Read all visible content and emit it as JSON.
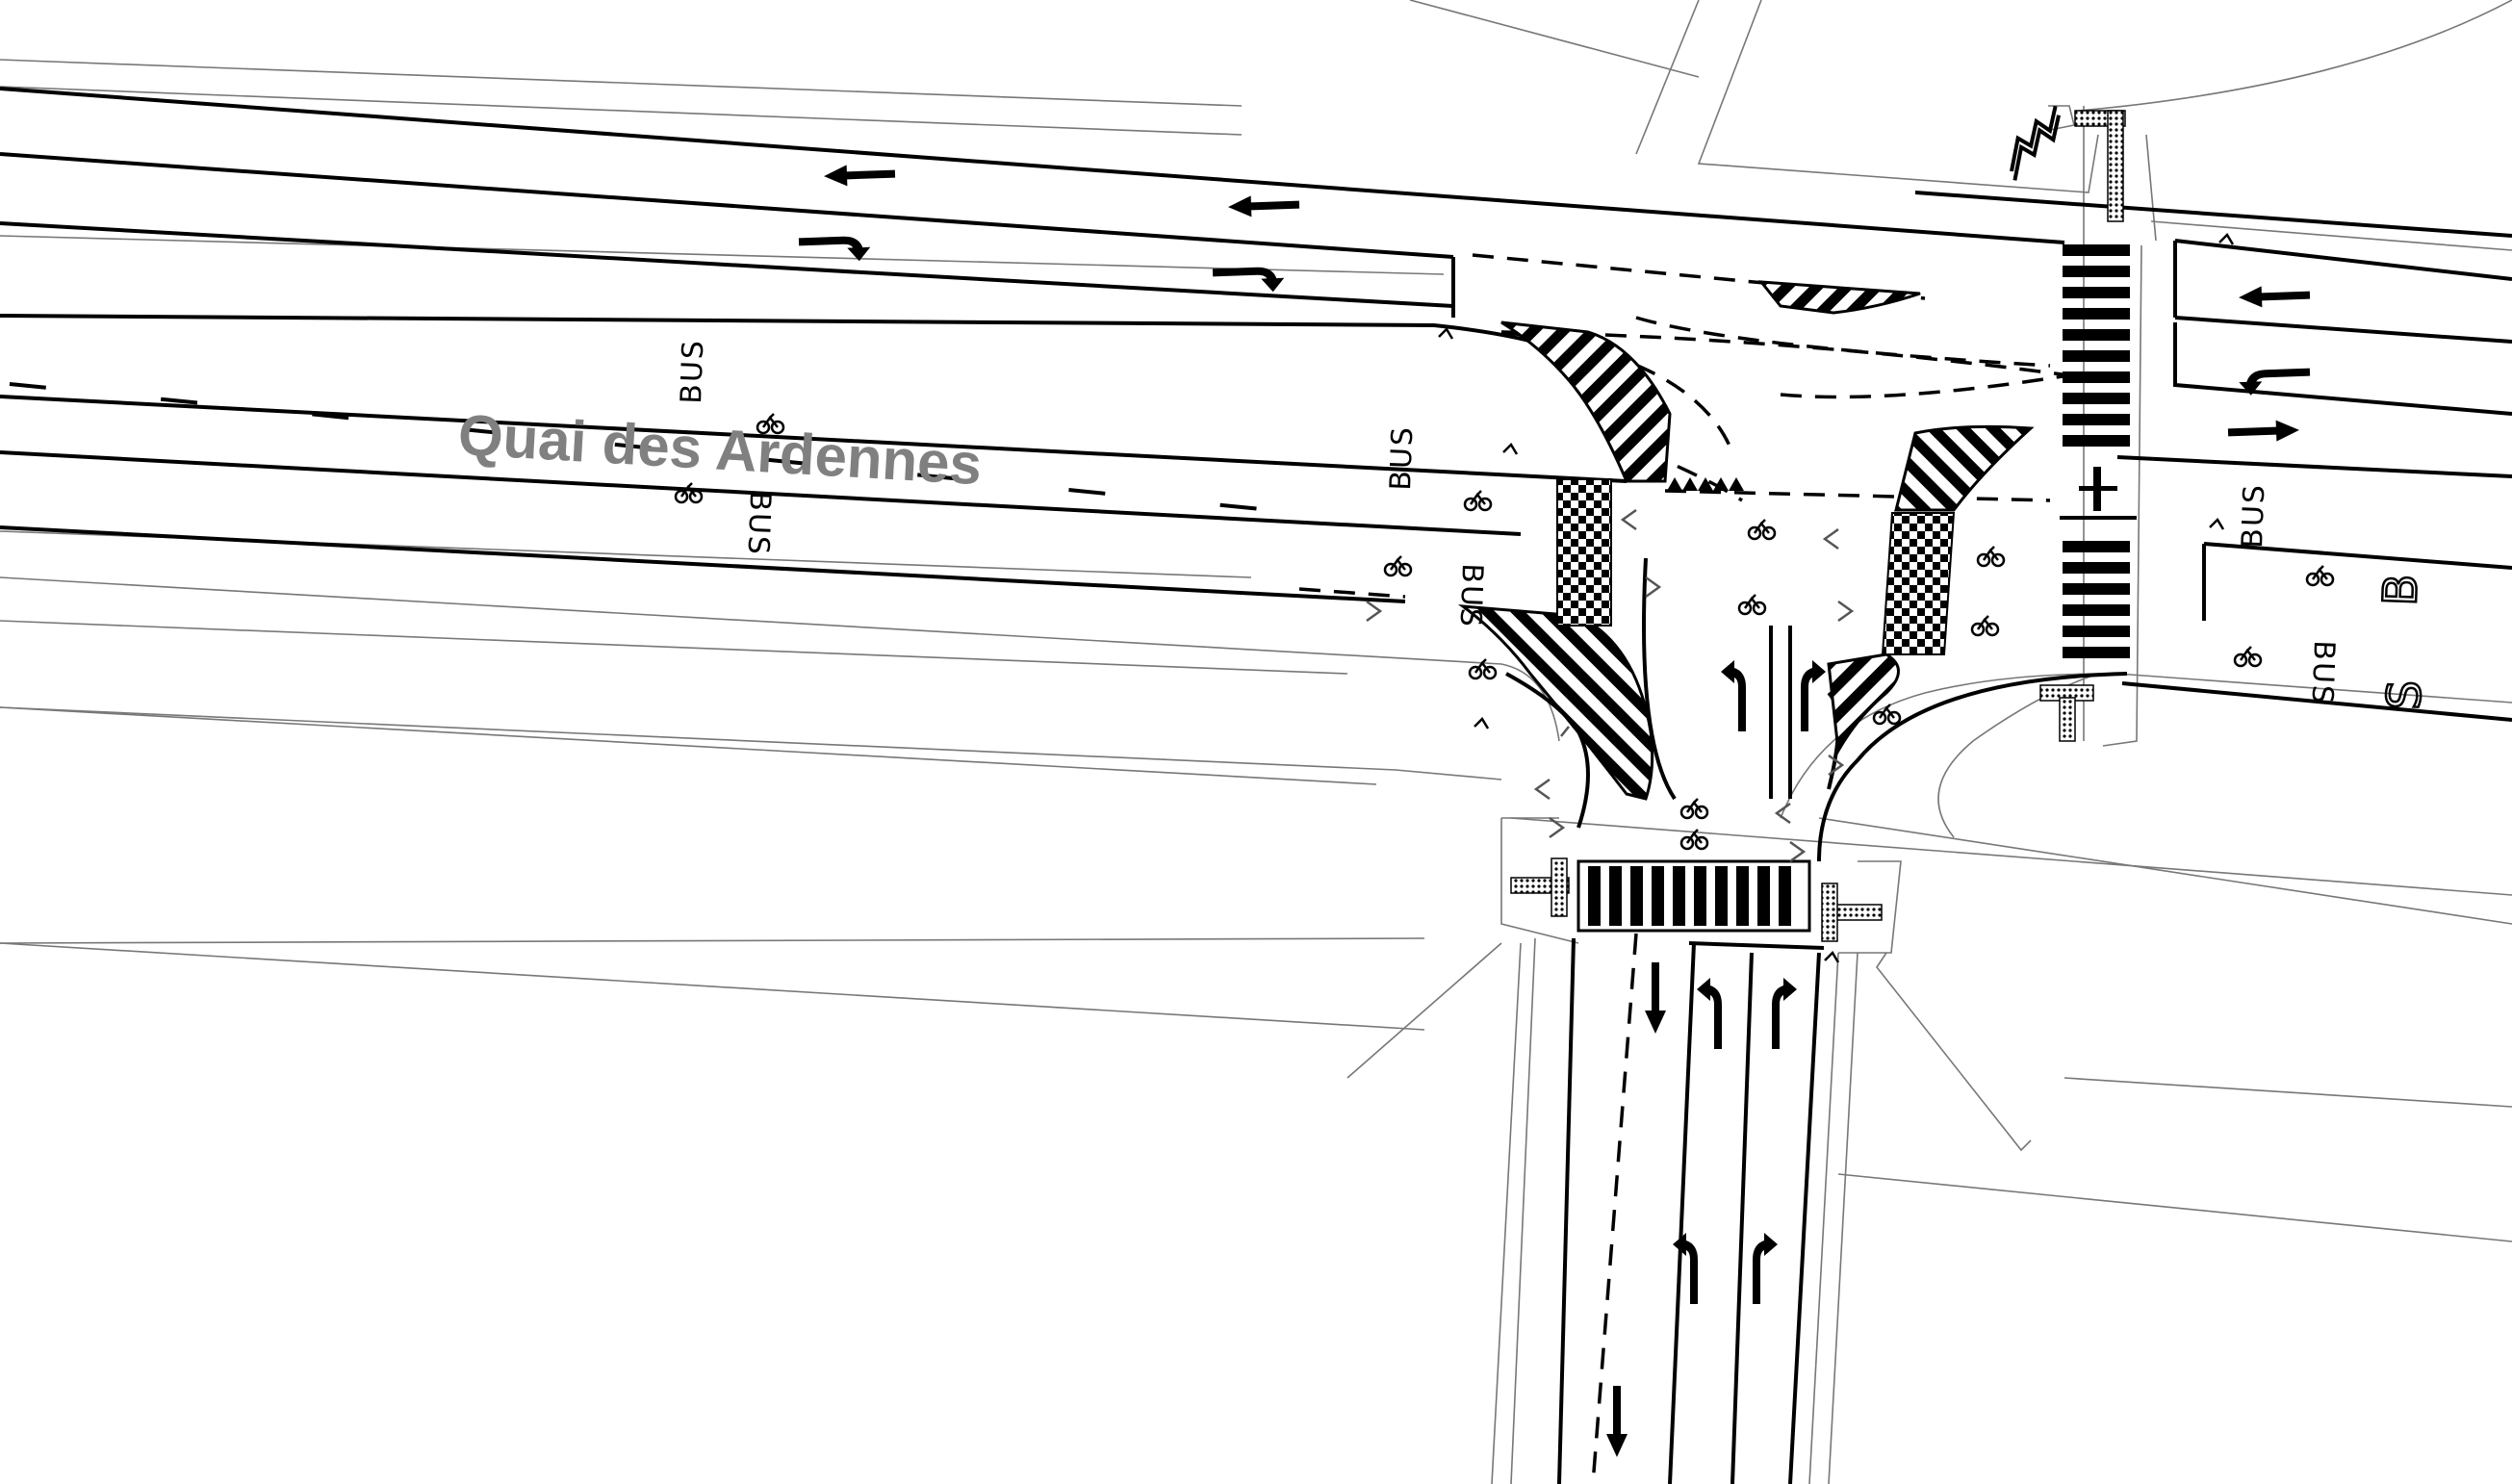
{
  "street_name": "Quai des Ardennes",
  "bus_lane_marking": "BUS",
  "lane_letter_b": "B",
  "lane_letter_s": "S",
  "colors": {
    "background": "#ffffff",
    "lines": "#000000",
    "street_label": "#808080",
    "property_lines": "#777777"
  },
  "icons": [
    "bicycle-icon",
    "lane-arrow-icon",
    "crosswalk",
    "hatched-island",
    "tactile-paving"
  ]
}
